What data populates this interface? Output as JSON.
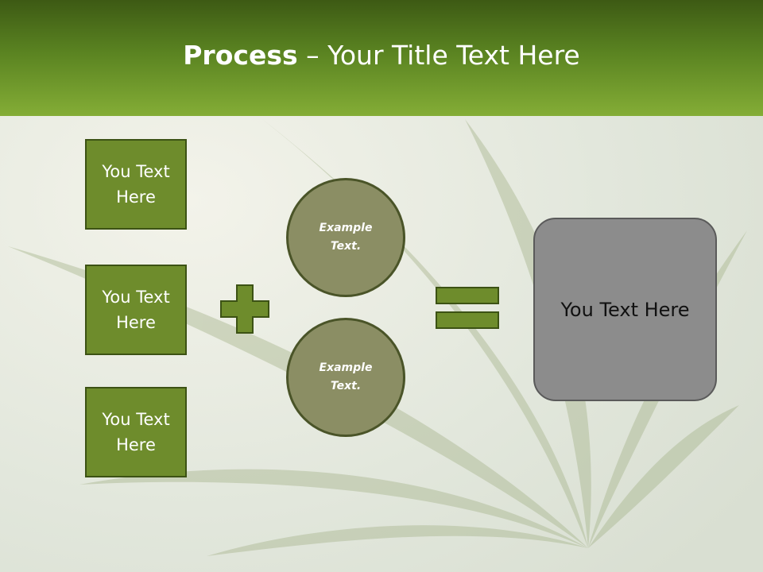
{
  "slide": {
    "title_bold": "Process",
    "title_rest": " – Your Title Text Here",
    "boxes": [
      {
        "text": "You Text Here"
      },
      {
        "text": "You Text Here"
      },
      {
        "text": "You Text Here"
      }
    ],
    "circles": [
      {
        "text": "Example Text."
      },
      {
        "text": "Example Text."
      }
    ],
    "result": {
      "text": "You Text Here"
    },
    "colors": {
      "header_top": "#3d5a14",
      "header_bottom": "#84ad36",
      "box_fill": "#6e8c2c",
      "circle_fill": "#8b8e64",
      "result_fill": "#8c8c8c",
      "symbol_fill": "#6e8c2c"
    }
  }
}
